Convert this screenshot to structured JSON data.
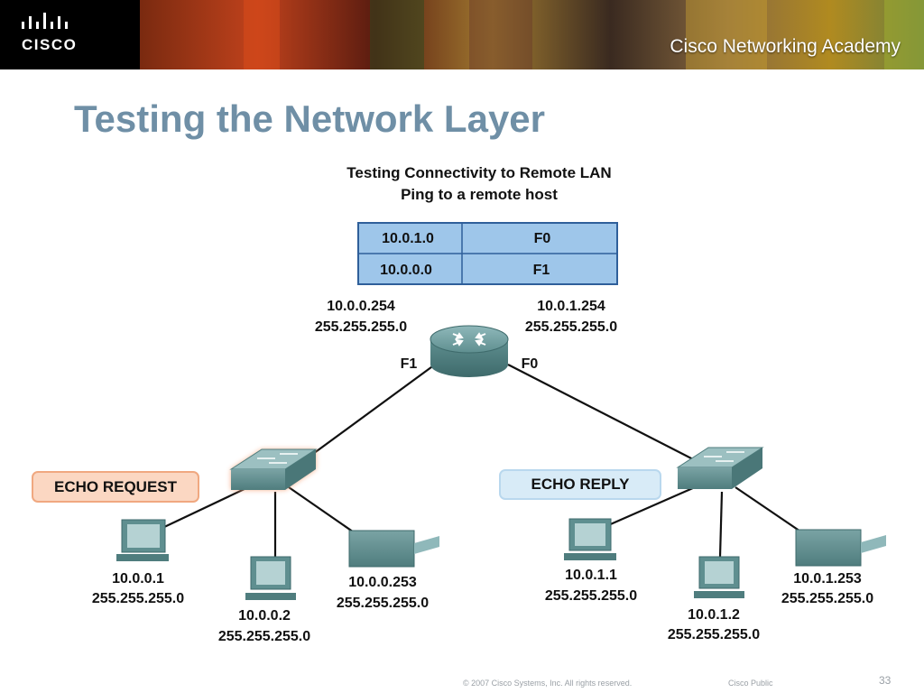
{
  "header": {
    "logo_text": "CISCO",
    "academy_label": "Cisco Networking Academy"
  },
  "slide": {
    "title": "Testing the Network Layer"
  },
  "diagram": {
    "heading_line1": "Testing Connectivity to Remote LAN",
    "heading_line2": "Ping to a remote host",
    "routing_table": [
      {
        "network": "10.0.1.0",
        "interface": "F0"
      },
      {
        "network": "10.0.0.0",
        "interface": "F1"
      }
    ],
    "router": {
      "left_ip": "10.0.0.254",
      "left_mask": "255.255.255.0",
      "right_ip": "10.0.1.254",
      "right_mask": "255.255.255.0",
      "port_left": "F1",
      "port_right": "F0"
    },
    "echo_request_label": "ECHO REQUEST",
    "echo_reply_label": "ECHO REPLY",
    "hosts": [
      {
        "ip": "10.0.0.1",
        "mask": "255.255.255.0"
      },
      {
        "ip": "10.0.0.2",
        "mask": "255.255.255.0"
      },
      {
        "ip": "10.0.0.253",
        "mask": "255.255.255.0"
      },
      {
        "ip": "10.0.1.1",
        "mask": "255.255.255.0"
      },
      {
        "ip": "10.0.1.2",
        "mask": "255.255.255.0"
      },
      {
        "ip": "10.0.1.253",
        "mask": "255.255.255.0"
      }
    ],
    "colors": {
      "table_fill": "#9ec6ea",
      "table_border": "#2f5f9a",
      "echo_request_fill": "#fbd7c2",
      "echo_request_border": "#f0a880",
      "echo_reply_fill": "#d8ebf7",
      "echo_reply_border": "#b9d8ee",
      "device_teal": "#5f8f90"
    }
  },
  "footer": {
    "copyright": "© 2007 Cisco Systems, Inc. All rights reserved.",
    "classification": "Cisco Public",
    "page_number": "33"
  }
}
